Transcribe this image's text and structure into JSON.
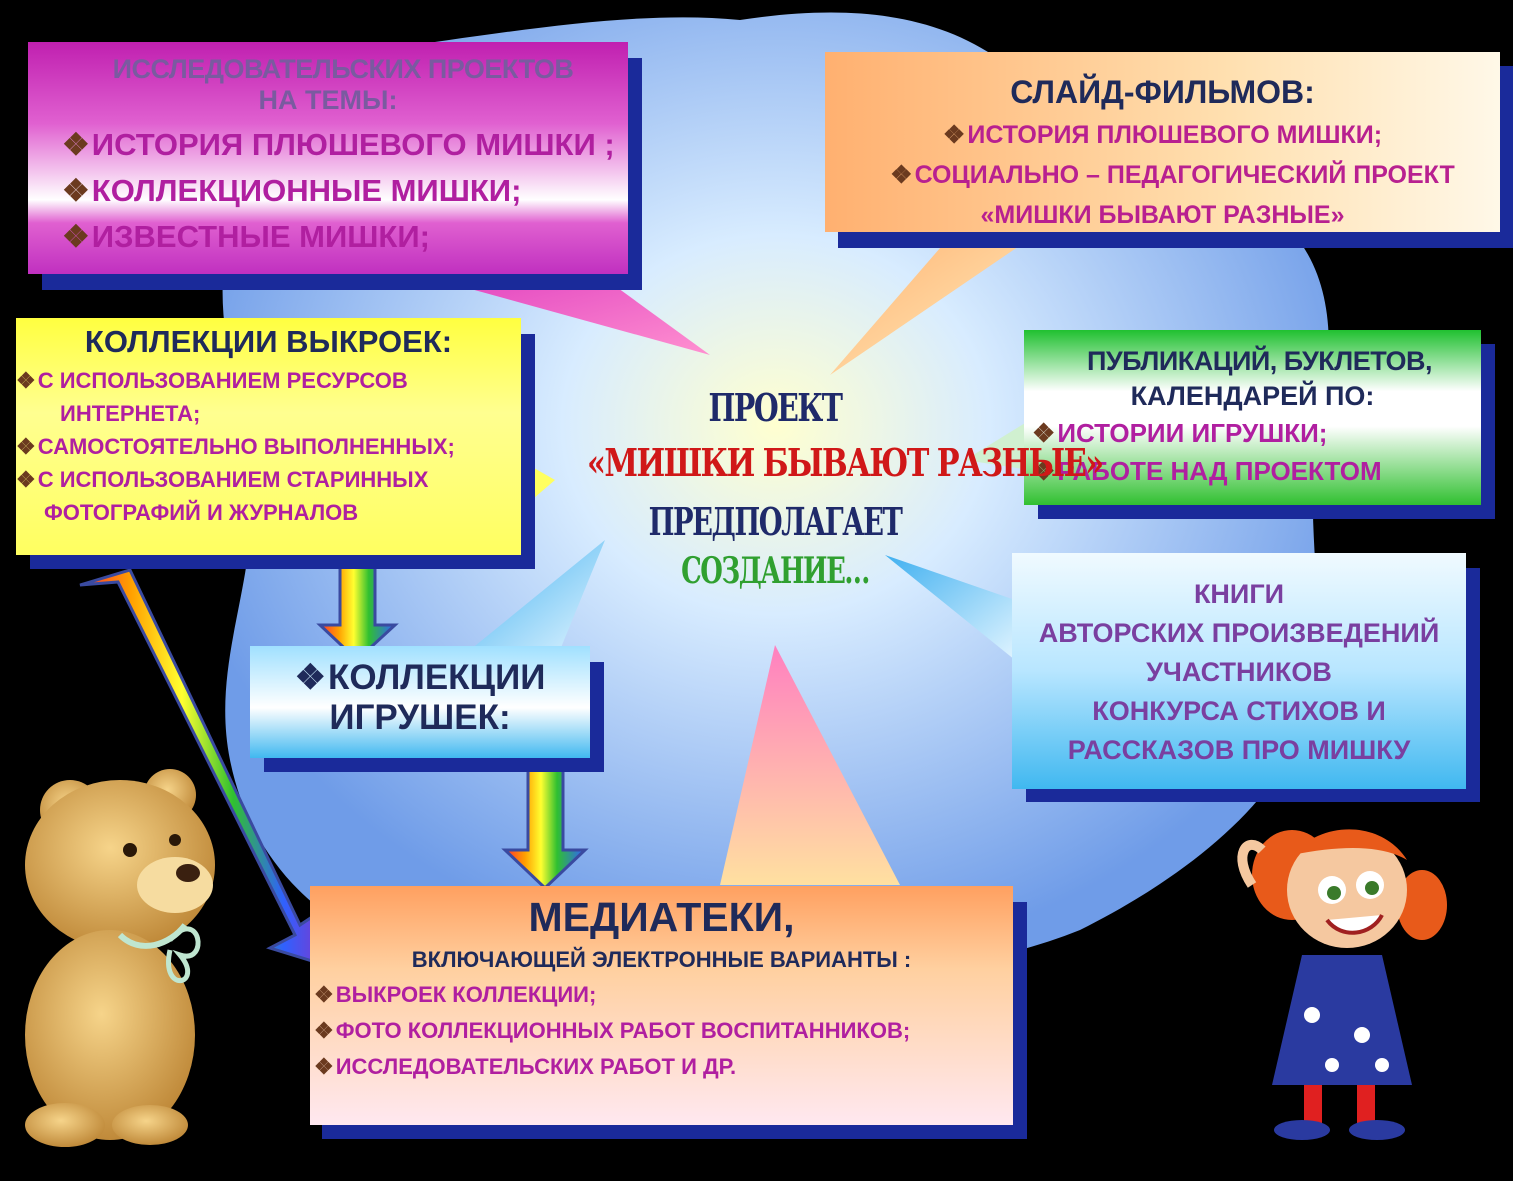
{
  "center": {
    "line1": "Проект",
    "line2": "«Мишки бывают разные»",
    "line3": "предполагает",
    "line4": "создание…"
  },
  "research": {
    "title_line1": "исследовательских проектов",
    "title_line2": "на темы:",
    "items": [
      "История плюшевого мишки ;",
      "Коллекционные мишки;",
      "Известные мишки;"
    ]
  },
  "slides": {
    "title": "Слайд-фильмов:",
    "items": [
      "История плюшевого мишки;",
      "Социально – педагогический проект"
    ],
    "tail": "«Мишки бывают разные»"
  },
  "patterns": {
    "title": "Коллекции выкроек:",
    "items": [
      "С использованием ресурсов",
      "интернета;",
      "Самостоятельно выполненных;",
      "С использованием старинных",
      "фотографий и журналов"
    ]
  },
  "publications": {
    "title_line1": "Публикаций, буклетов,",
    "title_line2": "календарей по:",
    "items": [
      "Истории игрушки;",
      "Работе над проектом"
    ]
  },
  "toys": {
    "line1": "Коллекции",
    "line2": "игрушек:"
  },
  "books": {
    "lines": [
      "Книги",
      "авторских произведений",
      "участников",
      "конкурса стихов и",
      "рассказов про мишку"
    ]
  },
  "media": {
    "title": "Медиатеки,",
    "subtitle": "включающей электронные варианты :",
    "items": [
      "Выкроек коллекции;",
      "Фото коллекционных работ воспитанников;",
      "Исследовательских работ и др."
    ]
  },
  "colors": {
    "blob": "#7fa9f0",
    "shadow": "#1a2a9a",
    "text_dark": "#1f2a5a"
  }
}
